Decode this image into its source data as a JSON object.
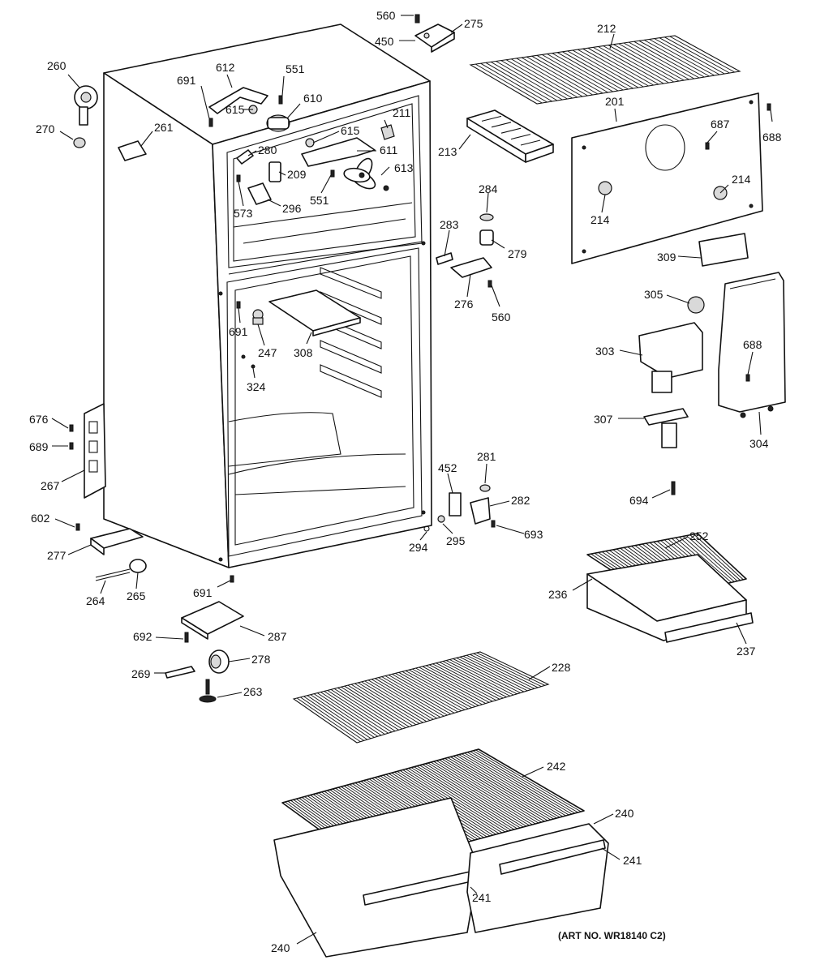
{
  "art_number": "(ART NO. WR18140 C2)",
  "labels": {
    "l560a": "560",
    "l275": "275",
    "l450": "450",
    "l212": "212",
    "l260": "260",
    "l270": "270",
    "l691a": "691",
    "l612": "612",
    "l551a": "551",
    "l610": "610",
    "l615a": "615",
    "l615b": "615",
    "l211": "211",
    "l261": "261",
    "l280": "280",
    "l611": "611",
    "l209": "209",
    "l613": "613",
    "l573": "573",
    "l296": "296",
    "l551b": "551",
    "l213": "213",
    "l201": "201",
    "l687": "687",
    "l688a": "688",
    "l214a": "214",
    "l214b": "214",
    "l284": "284",
    "l283": "283",
    "l279": "279",
    "l309": "309",
    "l276": "276",
    "l560b": "560",
    "l305": "305",
    "l691b": "691",
    "l247": "247",
    "l308": "308",
    "l303": "303",
    "l688b": "688",
    "l324": "324",
    "l676": "676",
    "l689": "689",
    "l267": "267",
    "l307": "307",
    "l304": "304",
    "l452": "452",
    "l281": "281",
    "l282": "282",
    "l694": "694",
    "l602": "602",
    "l294": "294",
    "l295": "295",
    "l693": "693",
    "l277": "277",
    "l252": "252",
    "l236": "236",
    "l691c": "691",
    "l264": "264",
    "l265": "265",
    "l237": "237",
    "l692": "692",
    "l287": "287",
    "l278": "278",
    "l269": "269",
    "l228": "228",
    "l263": "263",
    "l242": "242",
    "l240a": "240",
    "l241a": "241",
    "l241b": "241",
    "l240b": "240"
  }
}
